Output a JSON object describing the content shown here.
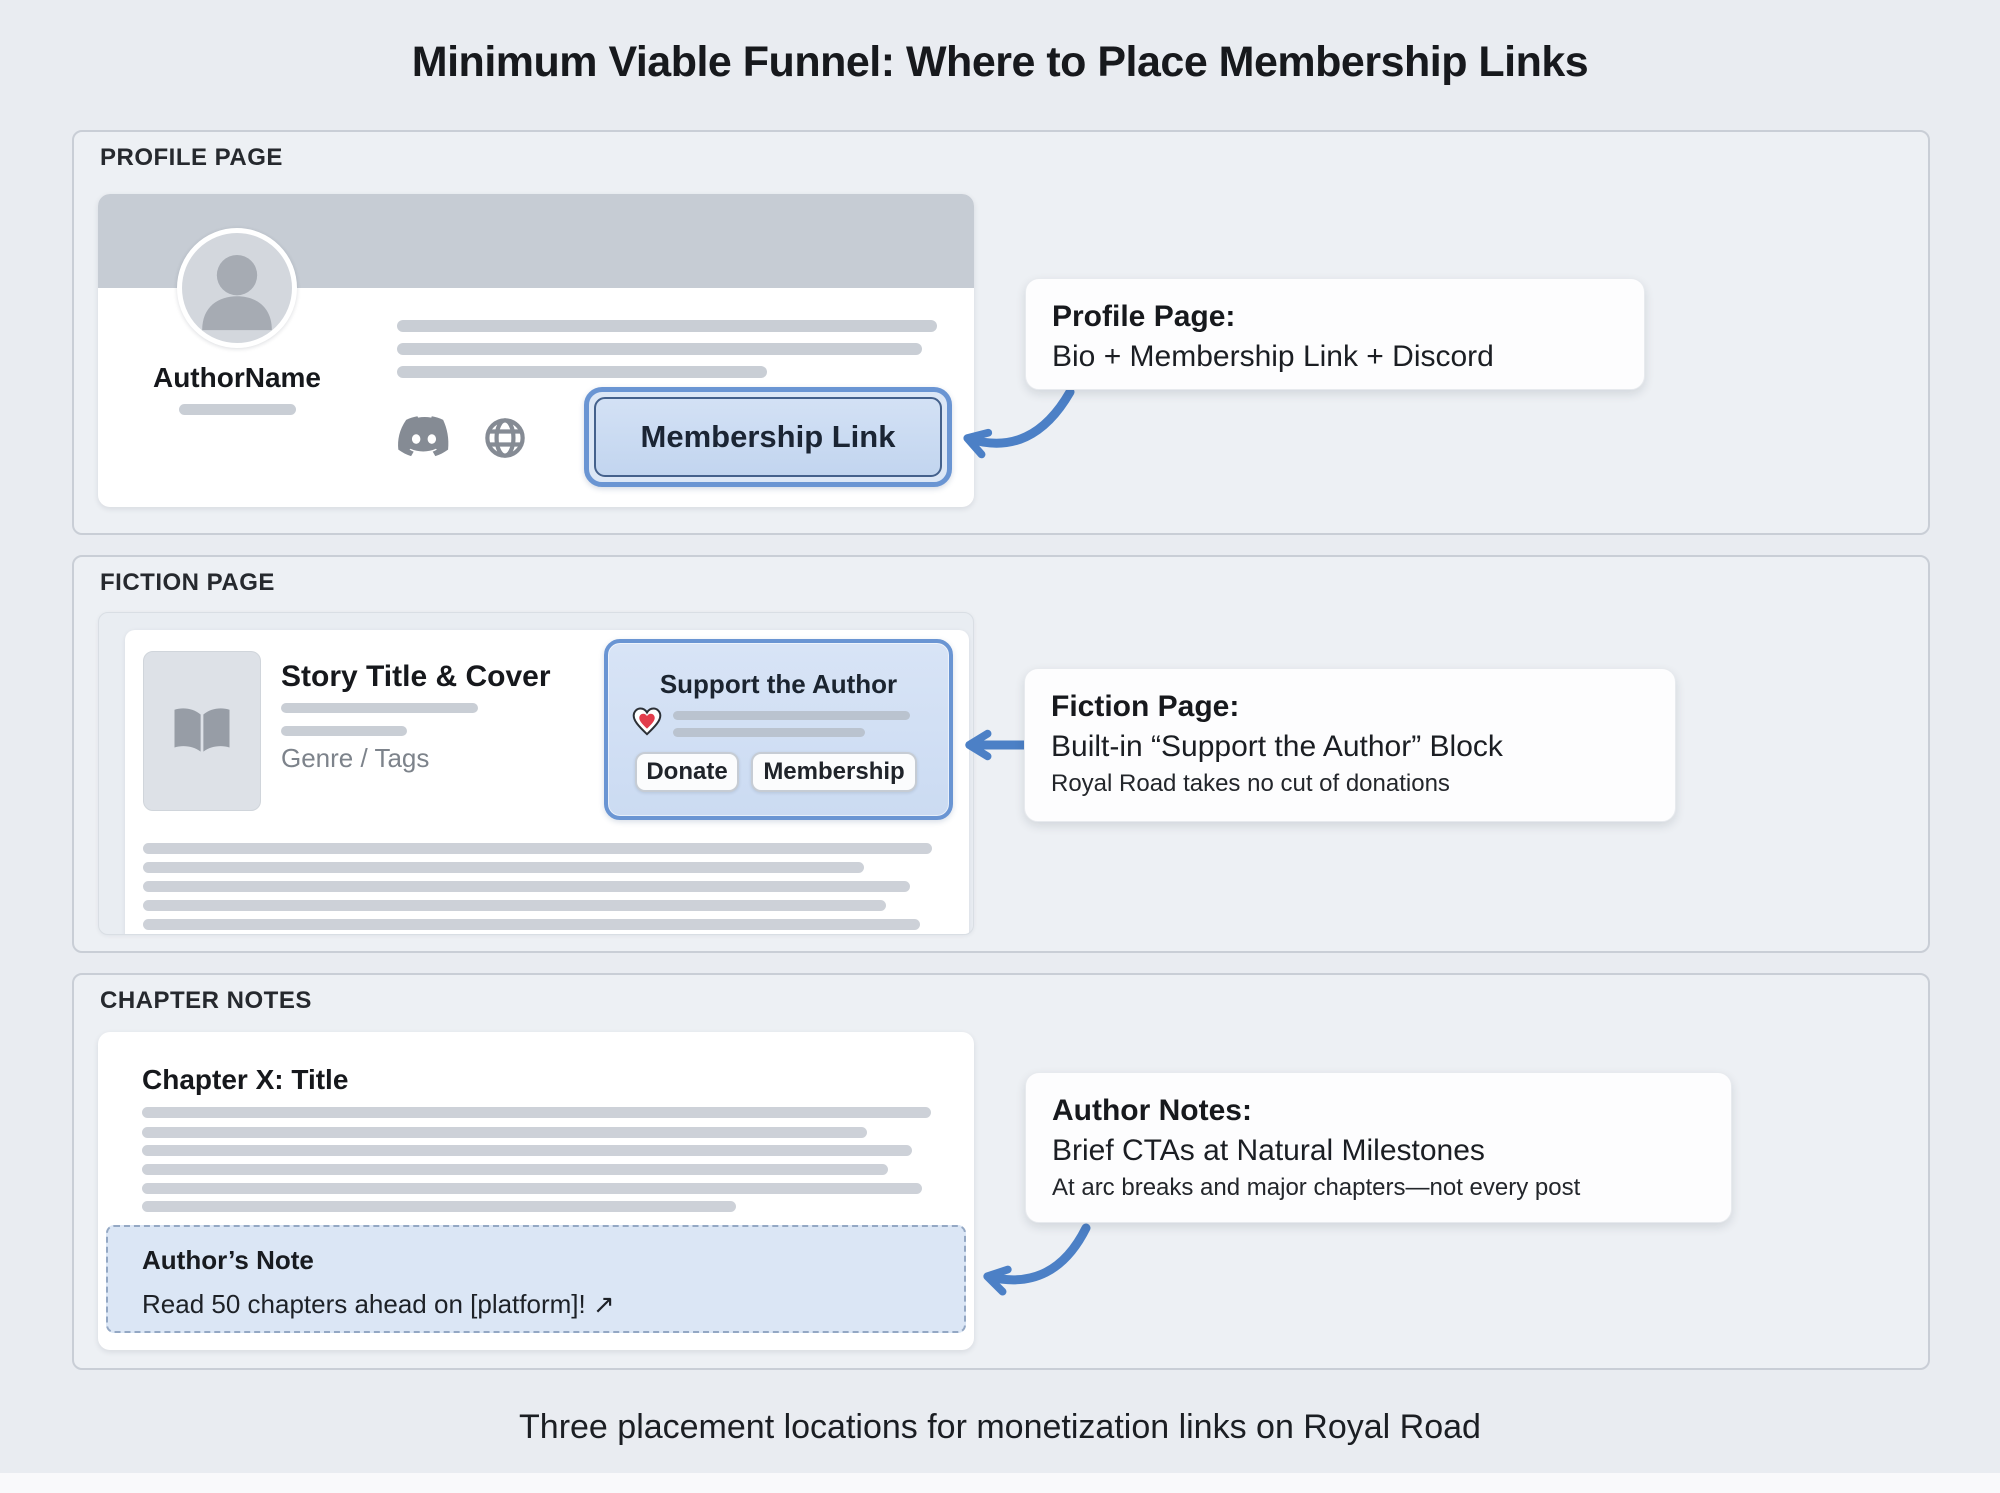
{
  "title": "Minimum Viable Funnel: Where to Place Membership Links",
  "caption": "Three placement locations for monetization links on Royal Road",
  "colors": {
    "page_background": "#e9ecf1",
    "accent_arrow_blue": "#4c80c6",
    "highlight_border_blue": "#6a95d3",
    "highlight_fill_blue": "#cfdef4",
    "note_fill_blue": "#dbe6f5",
    "skeleton_gray": "#ccd1d8",
    "banner_gray": "#c6ccd4"
  },
  "icons": {
    "discord": "discord-icon",
    "globe": "globe-icon",
    "book": "open-book-icon",
    "heart": "heart-icon",
    "avatar": "person-avatar-icon",
    "external_link": "arrow-up-right"
  },
  "sections": {
    "profile": {
      "label": "PROFILE PAGE",
      "author_name": "AuthorName",
      "membership_button_label": "Membership Link",
      "annotation": {
        "title": "Profile Page:",
        "line1": "Bio + Membership Link + Discord"
      }
    },
    "fiction": {
      "label": "FICTION PAGE",
      "story_title": "Story Title & Cover",
      "genre_tags": "Genre / Tags",
      "support_title": "Support the Author",
      "donate_button_label": "Donate",
      "membership_button_label": "Membership",
      "annotation": {
        "title": "Fiction Page:",
        "line1": "Built-in “Support the Author” Block",
        "line2": "Royal Road takes no cut of donations"
      }
    },
    "chapter": {
      "label": "CHAPTER NOTES",
      "chapter_title": "Chapter X: Title",
      "note_title": "Author’s Note",
      "note_text": "Read 50 chapters ahead on [platform]! ↗",
      "annotation": {
        "title": "Author Notes:",
        "line1": "Brief CTAs at Natural Milestones",
        "line2": "At arc breaks and major chapters—not every post"
      }
    }
  }
}
